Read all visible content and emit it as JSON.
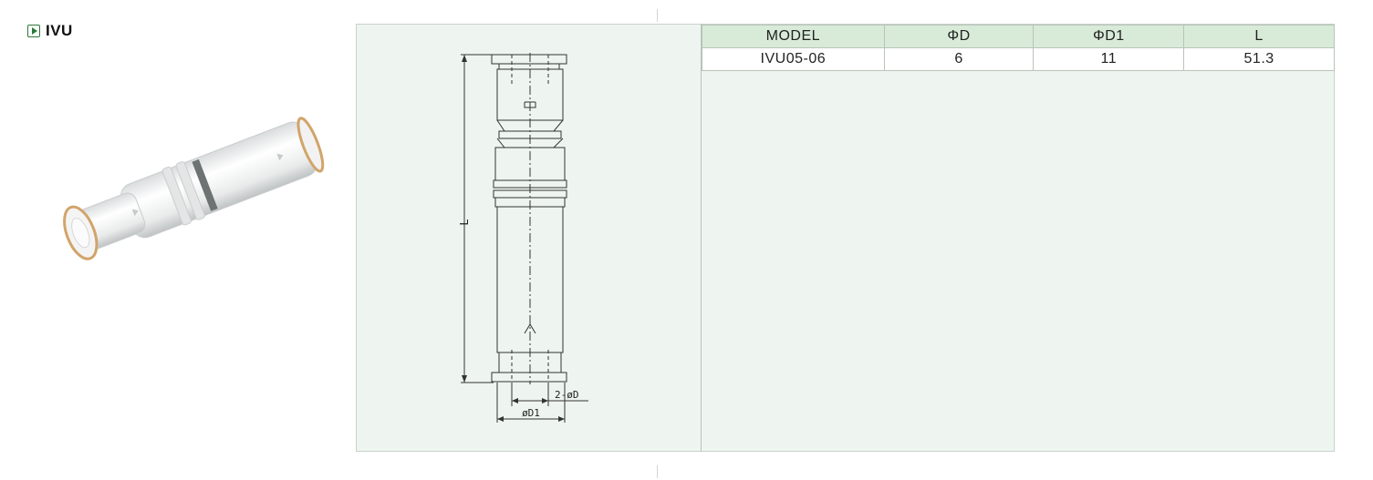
{
  "product": {
    "code": "IVU"
  },
  "spec_table": {
    "headers": [
      "MODEL",
      "ΦD",
      "ΦD1",
      "L"
    ],
    "rows": [
      [
        "IVU05-06",
        "6",
        "11",
        "51.3"
      ]
    ]
  },
  "drawing": {
    "label_length": "L",
    "label_port": "2-øD",
    "label_outer_dia": "øD1"
  },
  "colors": {
    "accent": "#2a7a3a",
    "panel_bg": "#eef5f0",
    "header_bg": "#d8ebd9"
  }
}
